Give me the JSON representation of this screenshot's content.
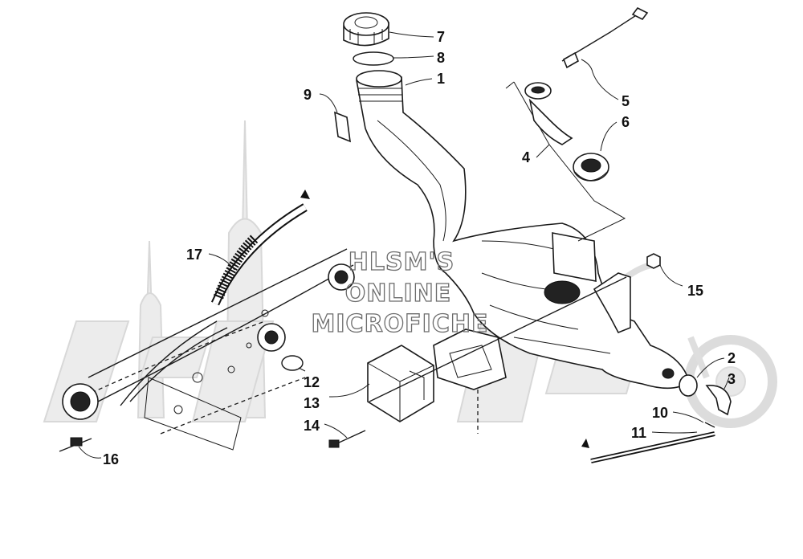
{
  "watermark": {
    "lines": [
      "HLSM'S",
      "ONLINE",
      "MICROFICHE"
    ],
    "logo": "Arctic Cat"
  },
  "callouts": [
    {
      "label": "1",
      "part": "fuel-tank"
    },
    {
      "label": "2",
      "part": "grommet"
    },
    {
      "label": "3",
      "part": "fitting"
    },
    {
      "label": "4",
      "part": "fuel-gauge-assembly"
    },
    {
      "label": "5",
      "part": "sender-wire"
    },
    {
      "label": "6",
      "part": "gauge-collar"
    },
    {
      "label": "7",
      "part": "fuel-cap"
    },
    {
      "label": "8",
      "part": "cap-gasket"
    },
    {
      "label": "9",
      "part": "decal"
    },
    {
      "label": "10",
      "part": "clamp"
    },
    {
      "label": "11",
      "part": "vent-hose"
    },
    {
      "label": "12",
      "part": "hose-clamp"
    },
    {
      "label": "13",
      "part": "relay-box"
    },
    {
      "label": "14",
      "part": "screw"
    },
    {
      "label": "15",
      "part": "nut"
    },
    {
      "label": "16",
      "part": "quick-connector"
    },
    {
      "label": "17",
      "part": "fuel-line-hose"
    }
  ]
}
